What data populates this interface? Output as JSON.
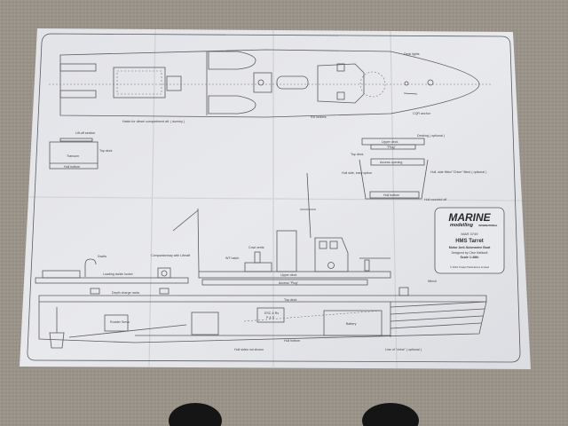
{
  "title_block": {
    "brand_line1": "MARINE",
    "brand_line2": "modelling",
    "brand_line3": "INTERNATIONAL",
    "plan_number": "MAR 3749",
    "vessel_name": "HMS Tarret",
    "vessel_type": "Motor Anti-Submarine Boat",
    "designer": "Designed by Clive Halliwell",
    "scale": "Scale 1:48th",
    "copyright": "© 2016 Traplet Publications Limited"
  },
  "deck_plan_labels": {
    "hatch": "Hatch for diesel compartment aft. ( dummy )",
    "lockers": "RU lockers",
    "deck_lights": "Deck lights",
    "anchor": "CQR anchor"
  },
  "transom_section_labels": {
    "lift_off": "Lift-off section",
    "top_deck": "Top deck",
    "transom": "Transom",
    "hull_bottom": "Hull bottom"
  },
  "cross_section_labels": {
    "decking": "Decking ( optional )",
    "upper_deck": "Upper deck",
    "plug": "\"Plug\"",
    "top_deck": "Top deck",
    "access_opening": "Access opening",
    "hull_side": "Hull side, easy option",
    "hull_side_fitted": "Hull, side fitted \"Chine\" fitted ( optional )",
    "hull_bottom": "Hull bottom",
    "hull_rounded": "Hull rounded off"
  },
  "profile_labels": {
    "davits": "Davits",
    "loading_tackle": "Loading tackle locker",
    "companionway": "Companionway with Liferaft",
    "wt_hatch": "WT hatch",
    "cowl_vents": "Cowl vents",
    "depth_charge": "Depth charge racks",
    "rudder_servo": "Rudder Servo",
    "upper_deck": "Upper deck",
    "access_plug": "Access \"Plug\"",
    "top_deck": "Top deck",
    "esc": "ESC & Rx",
    "esc2": "P & S",
    "battery": "Battery",
    "hull_bottom": "Hull bottom",
    "hull_sides": "Hull sides  not shown",
    "chine": "Line of \"chine\" ( optional )",
    "winch": "Winch"
  },
  "colors": {
    "carpet": "#9a938a",
    "paper": "#e4e5e9",
    "ink": "#5a5a60"
  }
}
